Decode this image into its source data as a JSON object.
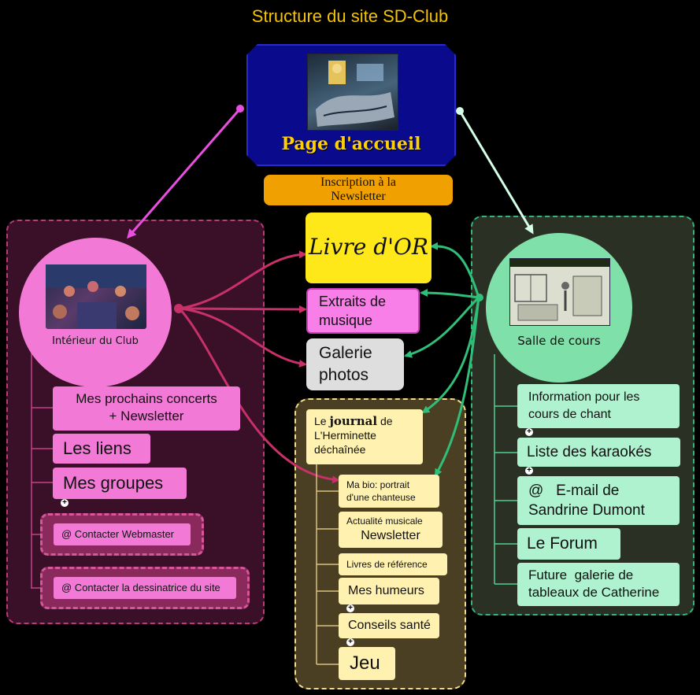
{
  "title": "Structure du site SD-Club",
  "home": {
    "label": "Page d'accueil"
  },
  "newsletter": {
    "line1": "Inscription à la",
    "line2": "Newsletter"
  },
  "club": {
    "label": "Intérieur du Club",
    "items": [
      {
        "line1": "Mes prochains concerts",
        "line2": "+ Newsletter"
      },
      {
        "label": "Les liens"
      },
      {
        "label": "Mes groupes"
      }
    ],
    "contact_webmaster": "@ Contacter Webmaster",
    "contact_dessinatrice": "@ Contacter la dessinatrice du site"
  },
  "center": {
    "livre_dor": "Livre d'OR",
    "extraits": {
      "line1": "Extraits de",
      "line2": "musique"
    },
    "galerie": {
      "line1": "Galerie",
      "line2": "photos"
    }
  },
  "journal": {
    "prefix": "Le",
    "bold": "journal",
    "suffix": "de",
    "line2": "L'Herminette",
    "line3": "déchaînée",
    "items": [
      {
        "line1": "Ma bio: portrait",
        "line2": "d'une chanteuse"
      },
      {
        "line1": "Actualité musicale",
        "line2": "Newsletter"
      },
      {
        "label": "Livres de référence"
      },
      {
        "label": "Mes humeurs"
      },
      {
        "label": "Conseils santé"
      },
      {
        "label": "Jeu"
      }
    ]
  },
  "salle": {
    "label": "Salle de cours",
    "items": [
      {
        "line1": "Information pour les",
        "line2": "cours de chant"
      },
      {
        "label": "Liste des karaokés"
      },
      {
        "line1": "@   E-mail de",
        "line2": "Sandrine Dumont"
      },
      {
        "label": "Le Forum"
      },
      {
        "line1": "Future  galerie de",
        "line2": "tableaux de Catherine"
      }
    ]
  },
  "plus_glyph": "+",
  "colors": {
    "background": "#000000",
    "title": "#f5c400",
    "home_bg": "#0a0a8c",
    "home_label": "#ffd000",
    "newsletter_bg": "#f0a000",
    "club_pink": "#f27ad6",
    "left_panel": "#3a1028",
    "right_panel": "#2a3124",
    "mid_panel": "#4a3f22",
    "salle_green": "#7fe0aa",
    "salle_node": "#aef2cf",
    "journal_node": "#fff1b0",
    "livre_dor": "#ffe81a",
    "club_wire": "#c8306a",
    "salle_wire": "#2fbf78",
    "home_to_club_wire": "#e84fe0",
    "home_to_salle_wire": "#d6ffe8"
  }
}
